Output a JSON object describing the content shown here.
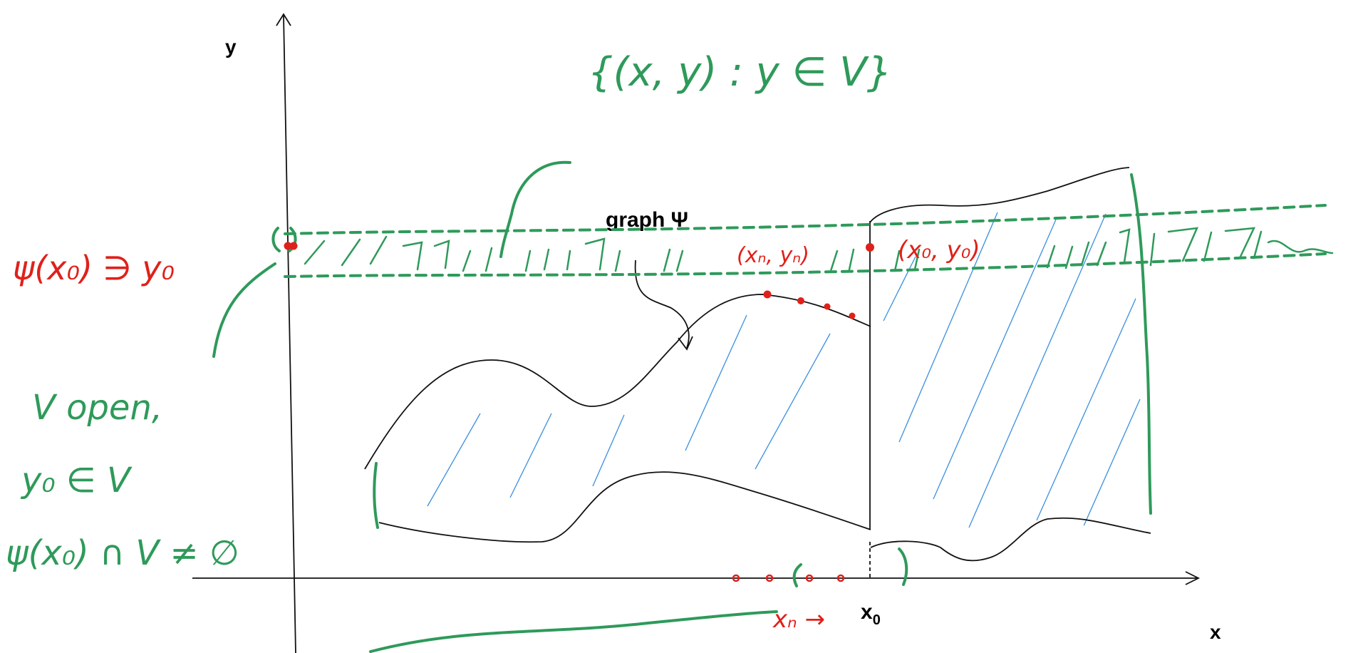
{
  "axes": {
    "x_label": "x",
    "y_label": "y",
    "x0_label": "x",
    "x0_sub": "0"
  },
  "graph_label": "graph Ψ",
  "annotations": {
    "set_notation": "{(x, y) : y ∈ V}",
    "psi_contains": "ψ(x₀) ∋ y₀",
    "point_n": "(xₙ, yₙ)",
    "point_0": "(x₀, y₀)",
    "v_open": "V open,",
    "y0_in_v": "y₀ ∈ V",
    "intersection": "ψ(x₀) ∩ V ≠ ∅",
    "xn_arrow": "xₙ →"
  },
  "colors": {
    "red_ink": "#e0201a",
    "green_ink": "#2e9a5a",
    "hatch_blue": "#3a8fe0",
    "axis": "#111111"
  }
}
